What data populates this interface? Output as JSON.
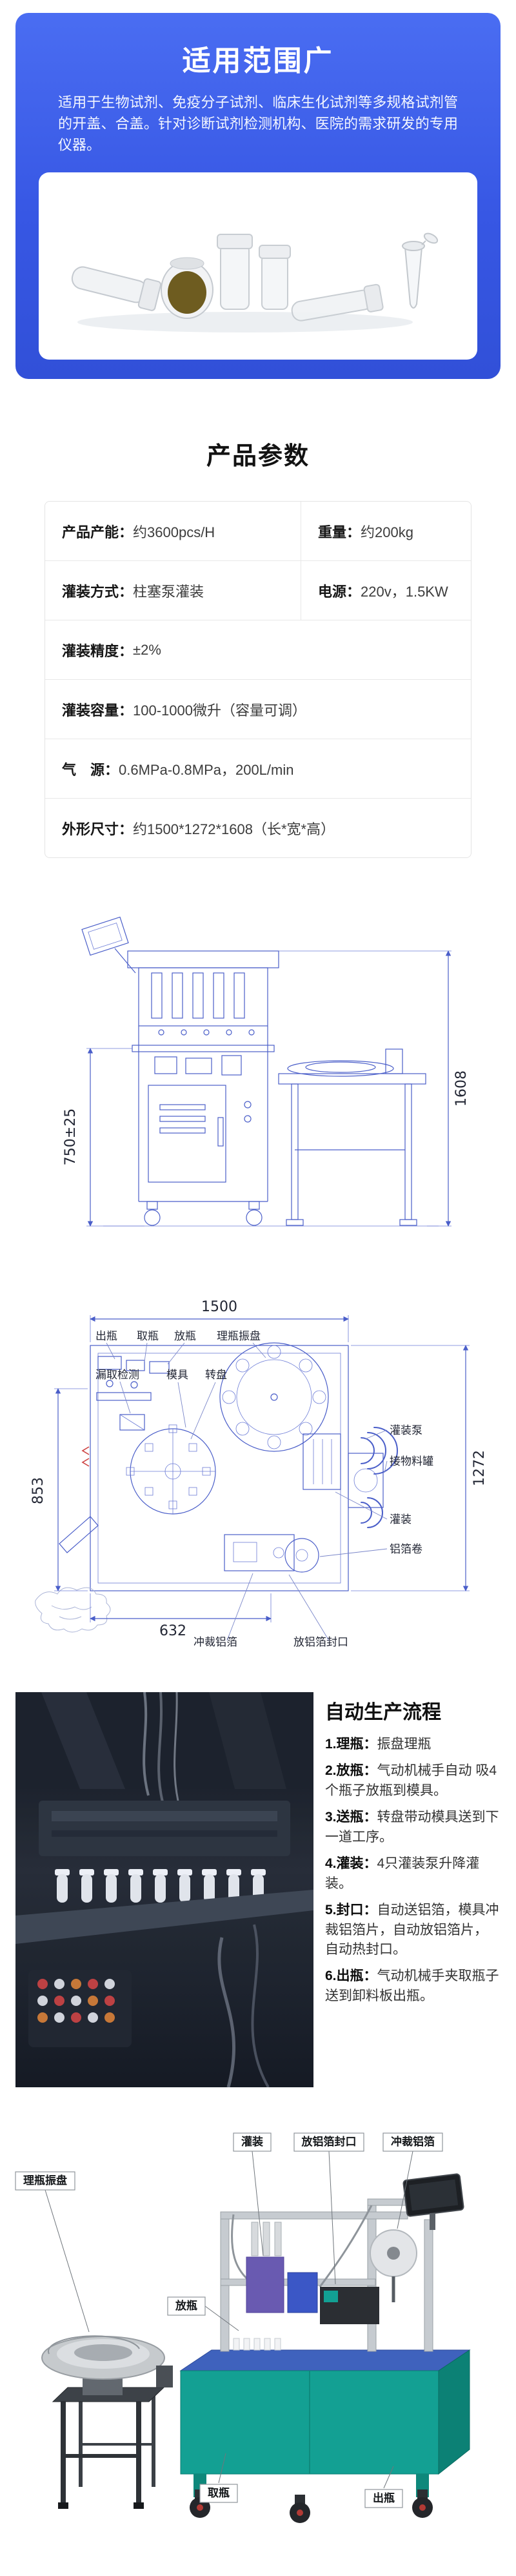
{
  "colors": {
    "primary_blue": "#3d5ce6",
    "cad_line_blue": "#4a5ec9",
    "machine_teal": "#13a093",
    "accent_purple": "#695ab1"
  },
  "hero": {
    "title": "适用范围广",
    "subtitle": "适用于生物试剂、免疫分子试剂、临床生化试剂等多规格试剂管的开盖、合盖。针对诊断试剂检测机构、医院的需求研发的专用仪器。"
  },
  "params": {
    "title": "产品参数",
    "rows2col": [
      {
        "l1": "产品产能：",
        "v1": "约3600pcs/H",
        "l2": "重量：",
        "v2": "约200kg"
      },
      {
        "l1": "灌装方式：",
        "v1": "柱塞泵灌装",
        "l2": "电源：",
        "v2": "220v，1.5KW"
      }
    ],
    "rows1col": [
      {
        "l": "灌装精度：",
        "v": "±2%"
      },
      {
        "l": "灌装容量：",
        "v": "100-1000微升（容量可调）"
      },
      {
        "l": "气　源：",
        "v": "0.6MPa-0.8MPa，200L/min"
      },
      {
        "l": "外形尺寸：",
        "v": "约1500*1272*1608（长*宽*高）"
      }
    ]
  },
  "drawings": {
    "front_view": {
      "dim_height": "1608",
      "dim_left": "750±25"
    },
    "top_view": {
      "dim_width": "1500",
      "dim_height": "1272",
      "dim_left": "853",
      "dim_bottom": "632",
      "labels": {
        "chuping": "出瓶",
        "quping": "取瓶",
        "fangping": "放瓶",
        "lipingzhenpan": "理瓶振盘",
        "louqujiance": "漏取检测",
        "moju": "模具",
        "zhuanpan": "转盘",
        "guanzhuangbeng": "灌装泵",
        "jiewuliaoguan": "接物料罐",
        "guanzhuang": "灌装",
        "lvbojuan": "铝箔卷",
        "chongcailvbo": "冲裁铝箔",
        "fanglvbofengkou": "放铝箔封口"
      }
    }
  },
  "process": {
    "title": "自动生产流程",
    "steps": [
      {
        "label": "1.理瓶：",
        "text": "振盘理瓶"
      },
      {
        "label": "2.放瓶：",
        "text": "气动机械手自动 吸4个瓶子放瓶到模具。"
      },
      {
        "label": "3.送瓶：",
        "text": "转盘带动模具送到下一道工序。"
      },
      {
        "label": "4.灌装：",
        "text": "4只灌装泵升降灌装。"
      },
      {
        "label": "5.封口：",
        "text": "自动送铝箔，模具冲裁铝箔片，自动放铝箔片，自动热封口。"
      },
      {
        "label": "6.出瓶：",
        "text": "气动机械手夹取瓶子送到卸料板出瓶。"
      }
    ]
  },
  "render3d": {
    "labels": {
      "lipingzhenpan": "理瓶振盘",
      "guanzhuang": "灌装",
      "fanglvbofengkou": "放铝箔封口",
      "chongcailvbo": "冲裁铝箔",
      "fangping": "放瓶",
      "quping": "取瓶",
      "chuping": "出瓶"
    }
  }
}
